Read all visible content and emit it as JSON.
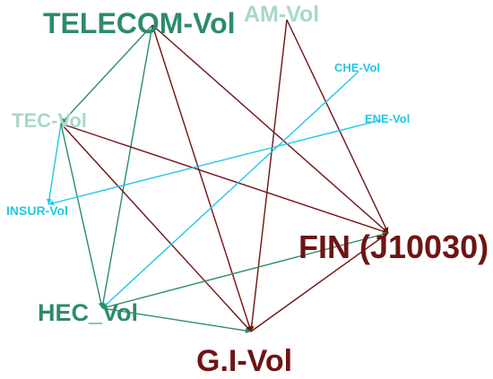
{
  "colors": {
    "green": "#2e8b6a",
    "darkred": "#6e1414",
    "cyan": "#22c7e6",
    "pale": "#a8d8c8"
  },
  "nodes": {
    "telecom": "TELECOM-Vol",
    "am": "AM-Vol",
    "che": "CHE-Vol",
    "tec": "TEC-Vol",
    "ene": "ENE-Vol",
    "insur": "INSUR-Vol",
    "fin": "FIN (J10030)",
    "hec": "HEC_Vol",
    "gi": "G.I-Vol"
  },
  "edges": [
    {
      "from": "telecom",
      "to": "tec",
      "color": "green"
    },
    {
      "from": "telecom",
      "to": "hec",
      "color": "green"
    },
    {
      "from": "telecom",
      "to": "gi",
      "color": "darkred"
    },
    {
      "from": "telecom",
      "to": "fin",
      "color": "darkred"
    },
    {
      "from": "am",
      "to": "gi",
      "color": "darkred"
    },
    {
      "from": "am",
      "to": "fin",
      "color": "darkred"
    },
    {
      "from": "tec",
      "to": "fin",
      "color": "darkred"
    },
    {
      "from": "tec",
      "to": "gi",
      "color": "darkred"
    },
    {
      "from": "tec",
      "to": "insur",
      "color": "cyan"
    },
    {
      "from": "tec",
      "to": "hec",
      "color": "green"
    },
    {
      "from": "che",
      "to": "hec",
      "color": "cyan"
    },
    {
      "from": "ene",
      "to": "insur",
      "color": "cyan"
    },
    {
      "from": "hec",
      "to": "fin",
      "color": "green"
    },
    {
      "from": "hec",
      "to": "gi",
      "color": "green"
    },
    {
      "from": "gi",
      "to": "fin",
      "color": "darkred"
    }
  ]
}
